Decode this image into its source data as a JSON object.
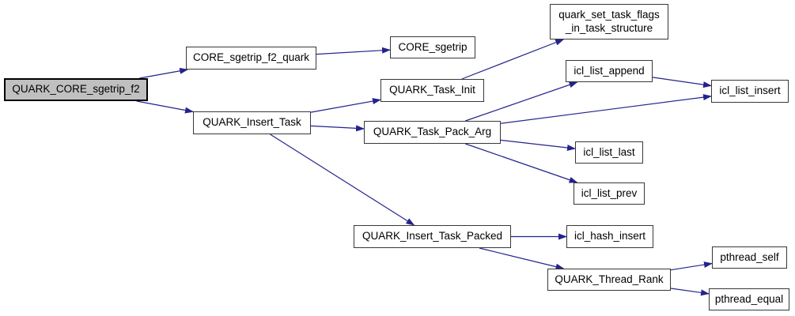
{
  "diagram": {
    "kind": "call-graph",
    "colors": {
      "edge": "#23238d",
      "node_border": "#383838",
      "node_border_highlight": "#000000",
      "node_fill": "#ffffff",
      "node_fill_highlight": "#c0c0c0",
      "text": "#000000",
      "background": "#ffffff"
    },
    "nodes": [
      {
        "id": "quark_core_sgetrip_f2",
        "label": "QUARK_CORE_sgetrip_f2",
        "highlighted": true
      },
      {
        "id": "core_sgetrip_f2_quark",
        "label": "CORE_sgetrip_f2_quark",
        "highlighted": false
      },
      {
        "id": "core_sgetrip",
        "label": "CORE_sgetrip",
        "highlighted": false
      },
      {
        "id": "quark_insert_task",
        "label": "QUARK_Insert_Task",
        "highlighted": false
      },
      {
        "id": "quark_task_init",
        "label": "QUARK_Task_Init",
        "highlighted": false
      },
      {
        "id": "quark_set_task_flags_in_task_structure",
        "label": "quark_set_task_flags",
        "label2": "_in_task_structure",
        "highlighted": false
      },
      {
        "id": "quark_task_pack_arg",
        "label": "QUARK_Task_Pack_Arg",
        "highlighted": false
      },
      {
        "id": "icl_list_append",
        "label": "icl_list_append",
        "highlighted": false
      },
      {
        "id": "icl_list_insert",
        "label": "icl_list_insert",
        "highlighted": false
      },
      {
        "id": "icl_list_last",
        "label": "icl_list_last",
        "highlighted": false
      },
      {
        "id": "icl_list_prev",
        "label": "icl_list_prev",
        "highlighted": false
      },
      {
        "id": "quark_insert_task_packed",
        "label": "QUARK_Insert_Task_Packed",
        "highlighted": false
      },
      {
        "id": "icl_hash_insert",
        "label": "icl_hash_insert",
        "highlighted": false
      },
      {
        "id": "quark_thread_rank",
        "label": "QUARK_Thread_Rank",
        "highlighted": false
      },
      {
        "id": "pthread_self",
        "label": "pthread_self",
        "highlighted": false
      },
      {
        "id": "pthread_equal",
        "label": "pthread_equal",
        "highlighted": false
      }
    ],
    "edges": [
      {
        "from": "quark_core_sgetrip_f2",
        "to": "core_sgetrip_f2_quark"
      },
      {
        "from": "quark_core_sgetrip_f2",
        "to": "quark_insert_task"
      },
      {
        "from": "core_sgetrip_f2_quark",
        "to": "core_sgetrip"
      },
      {
        "from": "quark_insert_task",
        "to": "quark_task_init"
      },
      {
        "from": "quark_insert_task",
        "to": "quark_task_pack_arg"
      },
      {
        "from": "quark_insert_task",
        "to": "quark_insert_task_packed"
      },
      {
        "from": "quark_task_init",
        "to": "quark_set_task_flags_in_task_structure"
      },
      {
        "from": "quark_task_pack_arg",
        "to": "icl_list_append"
      },
      {
        "from": "quark_task_pack_arg",
        "to": "icl_list_insert"
      },
      {
        "from": "quark_task_pack_arg",
        "to": "icl_list_last"
      },
      {
        "from": "quark_task_pack_arg",
        "to": "icl_list_prev"
      },
      {
        "from": "icl_list_append",
        "to": "icl_list_insert"
      },
      {
        "from": "quark_insert_task_packed",
        "to": "icl_hash_insert"
      },
      {
        "from": "quark_insert_task_packed",
        "to": "quark_thread_rank"
      },
      {
        "from": "quark_thread_rank",
        "to": "pthread_self"
      },
      {
        "from": "quark_thread_rank",
        "to": "pthread_equal"
      }
    ]
  }
}
